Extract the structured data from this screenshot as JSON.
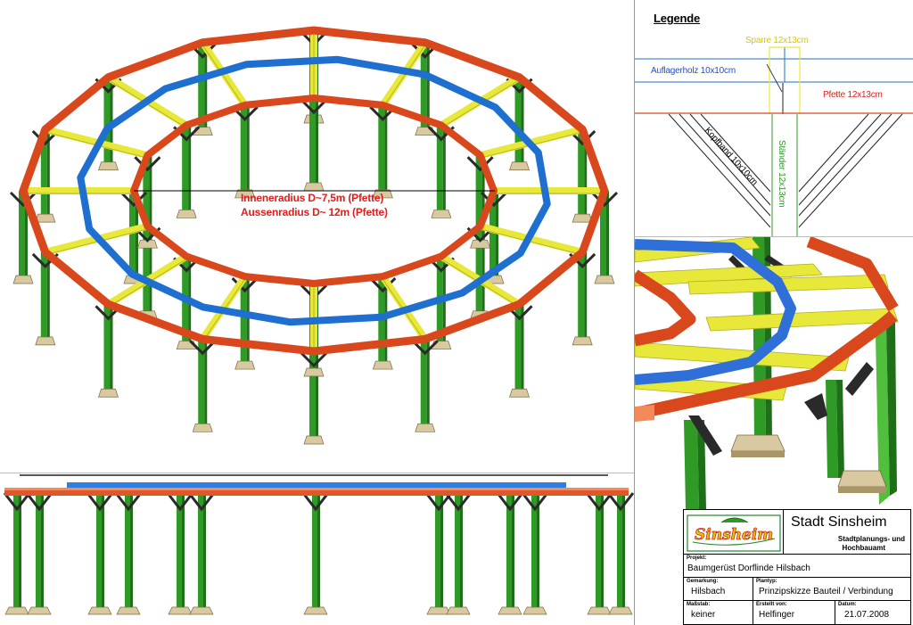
{
  "main_view": {
    "radius_line1": "Inneneradius D~7,5m (Pfette)",
    "radius_line2": "Aussenradius  D~ 12m (Pfette)"
  },
  "legend": {
    "title": "Legende",
    "sparre": "Sparre 12x13cm",
    "auflagerholz": "Auflagerholz 10x10cm",
    "pfette": "Pfette 12x13cm",
    "kopfband": "Kopfband 10x10cm",
    "staender": "Ständer 12x13cm"
  },
  "colors": {
    "pfette": "#d9481c",
    "auflagerholz": "#1e6fd0",
    "sparre": "#e8e83a",
    "staender": "#2f9a25",
    "kopfband": "#2a2a2a",
    "footing": "#d9c9a0"
  },
  "title_block": {
    "city": "Stadt Sinsheim",
    "department_line1": "Stadtplanungs- und",
    "department_line2": "Hochbauamt",
    "logo_text": "Sinsheim",
    "projekt_label": "Projekt:",
    "projekt": "Baumgerüst Dorflinde Hilsbach",
    "gemarkung_label": "Gemarkung:",
    "gemarkung": "Hilsbach",
    "plantyp_label": "Plantyp:",
    "plantyp": "Prinzipskizze Bauteil / Verbindung",
    "massstab_label": "Maßstab:",
    "massstab": "keiner",
    "erstellt_label": "Erstellt von:",
    "erstellt": "Helfinger",
    "datum_label": "Datum:",
    "datum": "21.07.2008"
  }
}
